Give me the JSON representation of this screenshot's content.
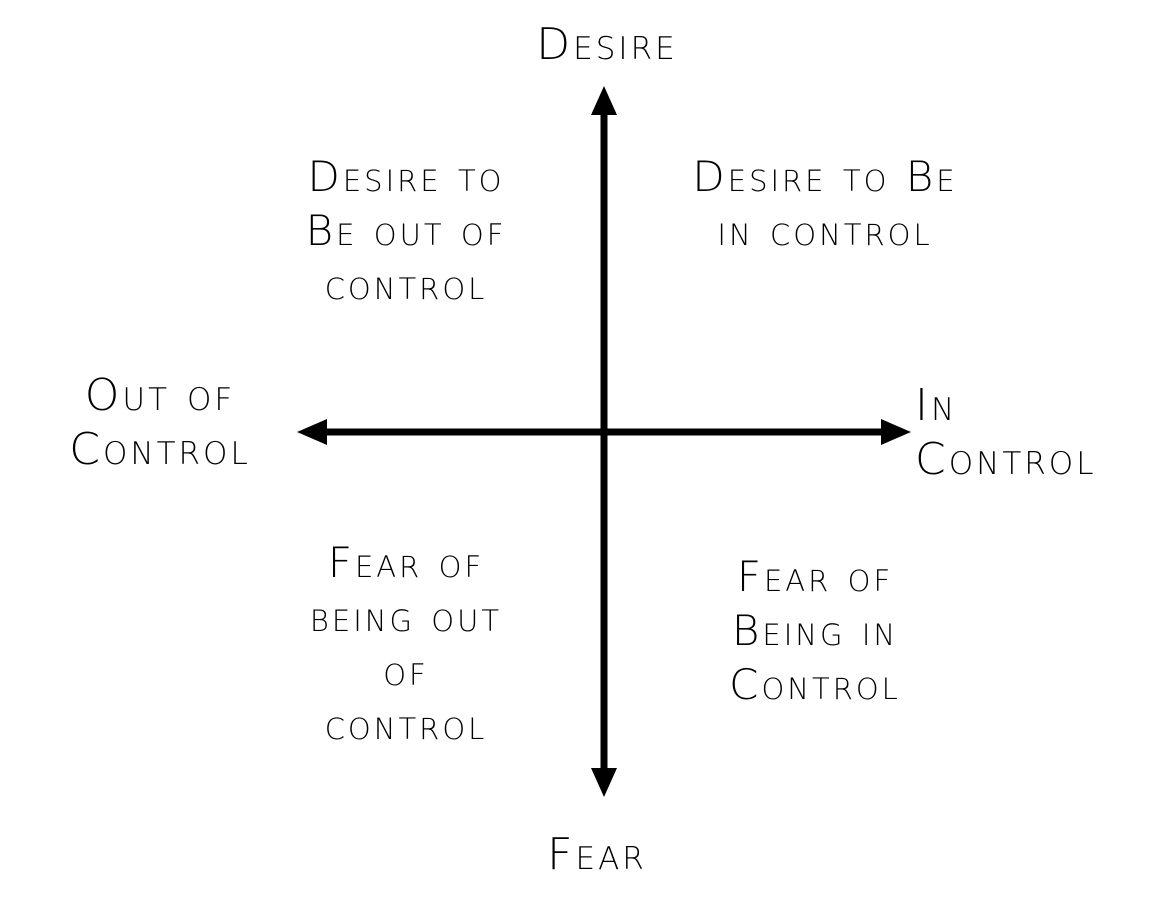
{
  "axes": {
    "top": "Desire",
    "bottom": "Fear",
    "left": [
      "Out of",
      "Control"
    ],
    "right": [
      "In",
      "Control"
    ]
  },
  "quadrants": {
    "top_left": [
      "Desire to",
      "Be out of",
      "control"
    ],
    "top_right": [
      "Desire to Be",
      "in control"
    ],
    "bottom_left": [
      "Fear of",
      "being out",
      "of",
      "control"
    ],
    "bottom_right": [
      "Fear of",
      "Being in",
      "Control"
    ]
  },
  "colors": {
    "ink": "#000000",
    "background": "#ffffff"
  }
}
